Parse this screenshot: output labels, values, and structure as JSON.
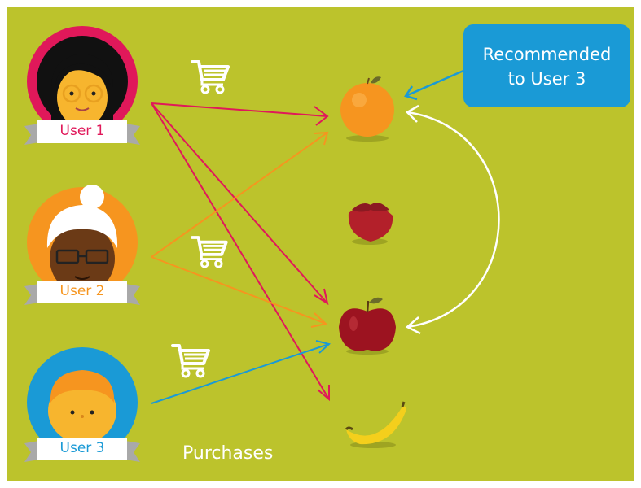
{
  "diagram": {
    "users": [
      {
        "label": "User 1",
        "color": "#e0185a"
      },
      {
        "label": "User 2",
        "color": "#f6951f"
      },
      {
        "label": "User 3",
        "color": "#1a9ad6"
      }
    ],
    "fruits": [
      "orange-icon",
      "strawberry-icon",
      "apple-icon",
      "banana-icon"
    ],
    "purchases_label": "Purchases",
    "recommendation": {
      "text": "Recommended\nto User 3",
      "color": "#1a9ad6"
    },
    "colors": {
      "background": "#bcc32c",
      "user1": "#e0185a",
      "user2": "#f6951f",
      "user3": "#1a9ad6",
      "similarity": "#ffffff"
    }
  }
}
